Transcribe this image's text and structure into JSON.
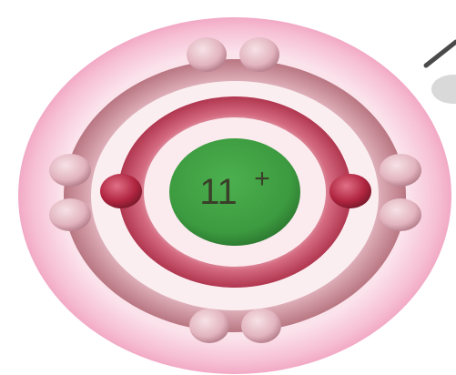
{
  "diagram": {
    "nucleus": {
      "number": "11",
      "charge": "+",
      "color": "#3fa045"
    },
    "shells": [
      {
        "shell": 1,
        "electron_count": 2,
        "electron_color": "#b0243f"
      },
      {
        "shell": 2,
        "electron_count": 8,
        "electron_color": "#e0b4be"
      }
    ],
    "colors": {
      "outer_halo": "#f2a9c5",
      "outer_ring": "#c58591",
      "inner_ring": "#c0475f",
      "nucleus_edge": "#2e7d32"
    }
  }
}
